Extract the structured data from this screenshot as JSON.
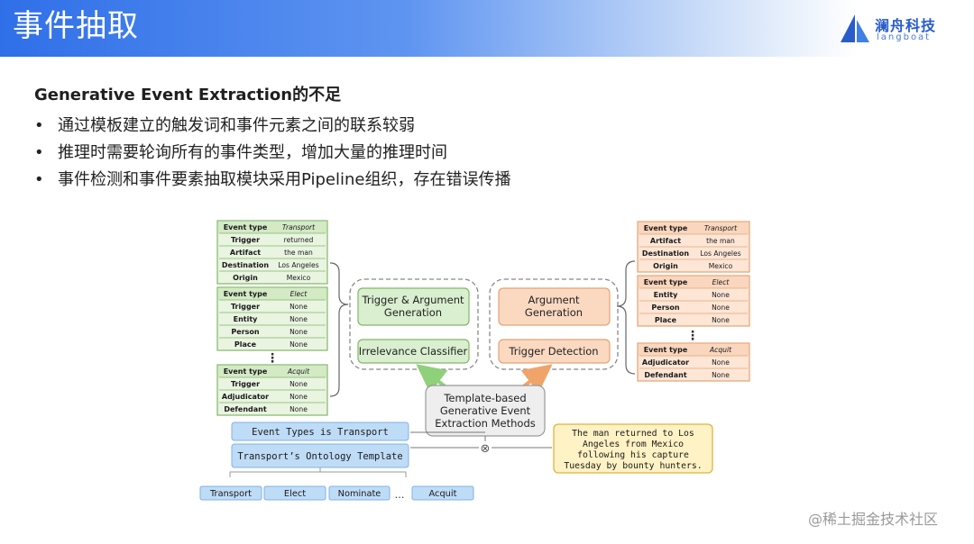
{
  "header": {
    "title": "事件抽取",
    "logo_name": "澜舟科技",
    "logo_sub": "langboat"
  },
  "main": {
    "heading": "Generative Event Extraction的不足",
    "bullets": [
      "通过模板建立的触发词和事件元素之间的联系较弱",
      "推理时需要轮询所有的事件类型，增加大量的推理时间",
      "事件检测和事件要素抽取模块采用Pipeline组织，存在错误传播"
    ],
    "bullet_symbol": "•"
  },
  "figure": {
    "left_tables": [
      {
        "rows": [
          [
            "Event type",
            "Transport"
          ],
          [
            "Trigger",
            "returned"
          ],
          [
            "Artifact",
            "the man"
          ],
          [
            "Destination",
            "Los Angeles"
          ],
          [
            "Origin",
            "Mexico"
          ]
        ]
      },
      {
        "rows": [
          [
            "Event type",
            "Elect"
          ],
          [
            "Trigger",
            "None"
          ],
          [
            "Entity",
            "None"
          ],
          [
            "Person",
            "None"
          ],
          [
            "Place",
            "None"
          ]
        ]
      },
      {
        "rows": [
          [
            "Event type",
            "Acquit"
          ],
          [
            "Trigger",
            "None"
          ],
          [
            "Adjudicator",
            "None"
          ],
          [
            "Defendant",
            "None"
          ]
        ]
      }
    ],
    "right_tables": [
      {
        "rows": [
          [
            "Event type",
            "Transport"
          ],
          [
            "Artifact",
            "the man"
          ],
          [
            "Destination",
            "Los Angeles"
          ],
          [
            "Origin",
            "Mexico"
          ]
        ]
      },
      {
        "rows": [
          [
            "Event type",
            "Elect"
          ],
          [
            "Entity",
            "None"
          ],
          [
            "Person",
            "None"
          ],
          [
            "Place",
            "None"
          ]
        ]
      },
      {
        "rows": [
          [
            "Event type",
            "Acquit"
          ],
          [
            "Adjudicator",
            "None"
          ],
          [
            "Defendant",
            "None"
          ]
        ]
      }
    ],
    "ellipsis": "⋮",
    "trigger_argument_generation": [
      "Trigger & Argument",
      "Generation"
    ],
    "irrelevance_classifier": "Irrelevance Classifier",
    "argument_generation": [
      "Argument",
      "Generation"
    ],
    "trigger_detection": "Trigger Detection",
    "methods_box": [
      "Template-based",
      "Generative Event",
      "Extraction Methods"
    ],
    "event_types_box": "Event Types is Transport",
    "ontology_template_box": "Transport’s Ontology Template",
    "type_chips": [
      "Transport",
      "Elect",
      "Nominate",
      "Acquit"
    ],
    "chips_ellipsis": "…",
    "sentence": [
      "The man returned to Los",
      "Angeles from Mexico",
      "following his capture",
      "Tuesday by bounty hunters."
    ],
    "combine_symbol": "⊗"
  },
  "watermark": "@稀土掘金技术社区",
  "colors": {
    "header_blue": "#2f6fe8",
    "green_fill": "#e3f1da",
    "green_border": "#82b766",
    "orange_fill": "#fbe2cf",
    "orange_border": "#e3a373",
    "blue_fill": "#bfdcf7",
    "yellow_fill": "#fff2c4",
    "yellow_border": "#e1b43a"
  }
}
